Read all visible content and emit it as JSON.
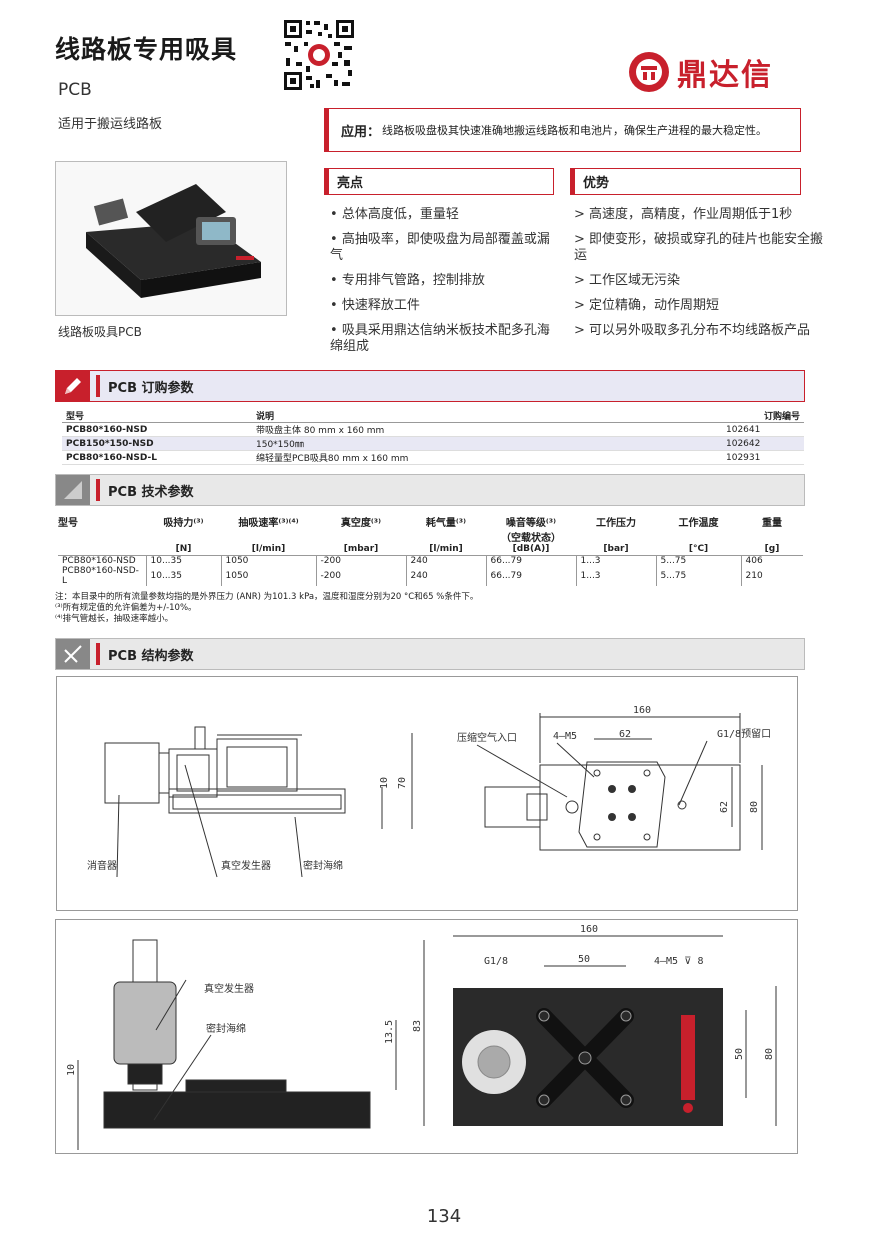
{
  "header": {
    "title": "线路板专用吸具",
    "subtitle": "PCB",
    "description": "适用于搬运线路板",
    "brand": "鼎达信"
  },
  "application": {
    "label": "应用：",
    "text": "线路板吸盘极其快速准确地搬运线路板和电池片，确保生产进程的最大稳定性。"
  },
  "photo_caption": "线路板吸具PCB",
  "highlights": {
    "title": "亮点",
    "items": [
      "总体高度低，重量轻",
      "高抽吸率，即使吸盘为局部覆盖或漏气",
      "专用排气管路，控制排放",
      "快速释放工件",
      "吸具采用鼎达信纳米板技术配多孔海绵组成"
    ]
  },
  "advantages": {
    "title": "优势",
    "items": [
      "高速度，高精度，作业周期低于1秒",
      "即使变形，破损或穿孔的硅片也能安全搬运",
      "工作区域无污染",
      "定位精确，动作周期短",
      "可以另外吸取多孔分布不均线路板产品"
    ]
  },
  "order": {
    "title": "PCB 订购参数",
    "headers": [
      "型号",
      "说明",
      "订购编号"
    ],
    "rows": [
      [
        "PCB80*160-NSD",
        "带吸盘主体 80 mm x 160 mm",
        "102641"
      ],
      [
        "PCB150*150-NSD",
        "150*150㎜",
        "102642"
      ],
      [
        "PCB80*160-NSD-L",
        "绵轻量型PCB吸具80 mm x 160 mm",
        "102931"
      ]
    ]
  },
  "tech": {
    "title": "PCB 技术参数",
    "headers": [
      "型号",
      "吸持力⁽³⁾",
      "抽吸速率⁽³⁾⁽⁴⁾",
      "真空度⁽³⁾",
      "耗气量⁽³⁾",
      "噪音等级⁽³⁾",
      "工作压力",
      "工作温度",
      "重量"
    ],
    "noise_sub": "（空载状态）",
    "units": [
      "",
      "[N]",
      "[l/min]",
      "[mbar]",
      "[l/min]",
      "[dB(A)]",
      "[bar]",
      "[°C]",
      "[g]"
    ],
    "rows": [
      [
        "PCB80*160-NSD",
        "10...35",
        "1050",
        "-200",
        "240",
        "66...79",
        "1...3",
        "5...75",
        "406"
      ],
      [
        "PCB80*160-NSD-L",
        "10...35",
        "1050",
        "-200",
        "240",
        "66...79",
        "1...3",
        "5...75",
        "210"
      ]
    ]
  },
  "notes": [
    "注：本目录中的所有流量参数均指的是外界压力 (ANR) 为101.3 kPa，温度和湿度分别为20 °C和65 %条件下。",
    "⁽³⁾所有规定值的允许偏差为+/-10%。",
    "⁽⁴⁾排气管越长，抽吸速率越小。"
  ],
  "struct": {
    "title": "PCB 结构参数"
  },
  "drawing1": {
    "labels": [
      "消音器",
      "真空发生器",
      "密封海绵",
      "压缩空气入口",
      "4—M5",
      "G1/8预留口"
    ],
    "dims": [
      "10",
      "70",
      "160",
      "62",
      "62",
      "80"
    ]
  },
  "drawing2": {
    "labels": [
      "真空发生器",
      "密封海绵",
      "G1/8",
      "4—M5 ⊽ 8"
    ],
    "dims": [
      "10",
      "13.5",
      "83",
      "160",
      "50",
      "50",
      "80"
    ]
  },
  "page_number": "134",
  "colors": {
    "accent": "#c8202c",
    "alt_row": "#e8e8f4"
  }
}
